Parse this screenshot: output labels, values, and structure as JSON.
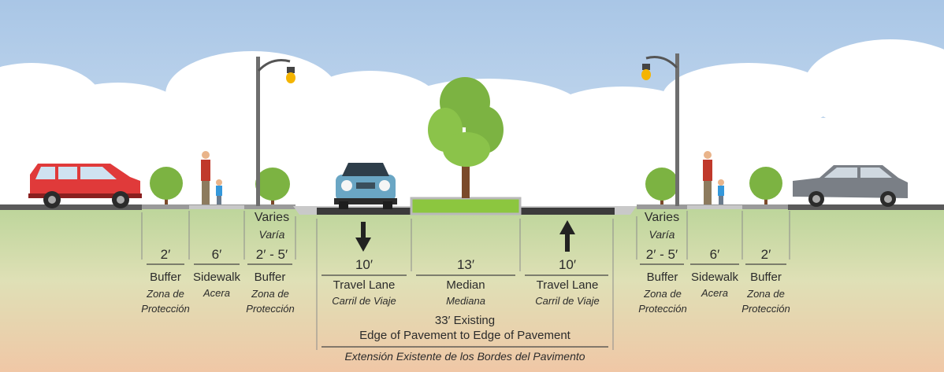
{
  "colors": {
    "sky_top": "#b4cde8",
    "ground_top": "#bcd59a",
    "ground_bottom": "#efc8a6",
    "asphalt": "#3b3b3b",
    "median_grass": "#8cc63f",
    "red_car": "#e03a3a",
    "blue_car": "#6aa6c4",
    "gray_car": "#7a7f86",
    "tree_green": "#7cb342"
  },
  "segments": [
    {
      "id": "buffer-left",
      "dim": "2′",
      "en": "Buffer",
      "es": "Zona de Protección"
    },
    {
      "id": "sidewalk-left",
      "dim": "6′",
      "en": "Sidewalk",
      "es": "Acera"
    },
    {
      "id": "varies-left",
      "top_en": "Varies",
      "top_es": "Varía",
      "dim": "2′ - 5′",
      "en": "Buffer",
      "es": "Zona de Protección"
    },
    {
      "id": "travel-lane-left",
      "dim": "10′",
      "en": "Travel Lane",
      "es": "Carril de Viaje"
    },
    {
      "id": "median",
      "dim": "13′",
      "en": "Median",
      "es": "Mediana"
    },
    {
      "id": "travel-lane-right",
      "dim": "10′",
      "en": "Travel Lane",
      "es": "Carril de Viaje"
    },
    {
      "id": "varies-right",
      "top_en": "Varies",
      "top_es": "Varía",
      "dim": "2′ - 5′",
      "en": "Buffer",
      "es": "Zona de Protección"
    },
    {
      "id": "sidewalk-right",
      "dim": "6′",
      "en": "Sidewalk",
      "es": "Acera"
    },
    {
      "id": "buffer-right",
      "dim": "2′",
      "en": "Buffer",
      "es": "Zona de Protección"
    }
  ],
  "existing": {
    "line1": "33′ Existing",
    "line2": "Edge of Pavement to Edge of Pavement",
    "line3": "Extensión Existente de los Bordes del Pavimento"
  },
  "icons": [
    "red-suv",
    "blue-mini-car",
    "gray-sedan",
    "street-lamp",
    "tree",
    "shrub",
    "pedestrian-adult",
    "pedestrian-child",
    "down-arrow",
    "up-arrow"
  ]
}
